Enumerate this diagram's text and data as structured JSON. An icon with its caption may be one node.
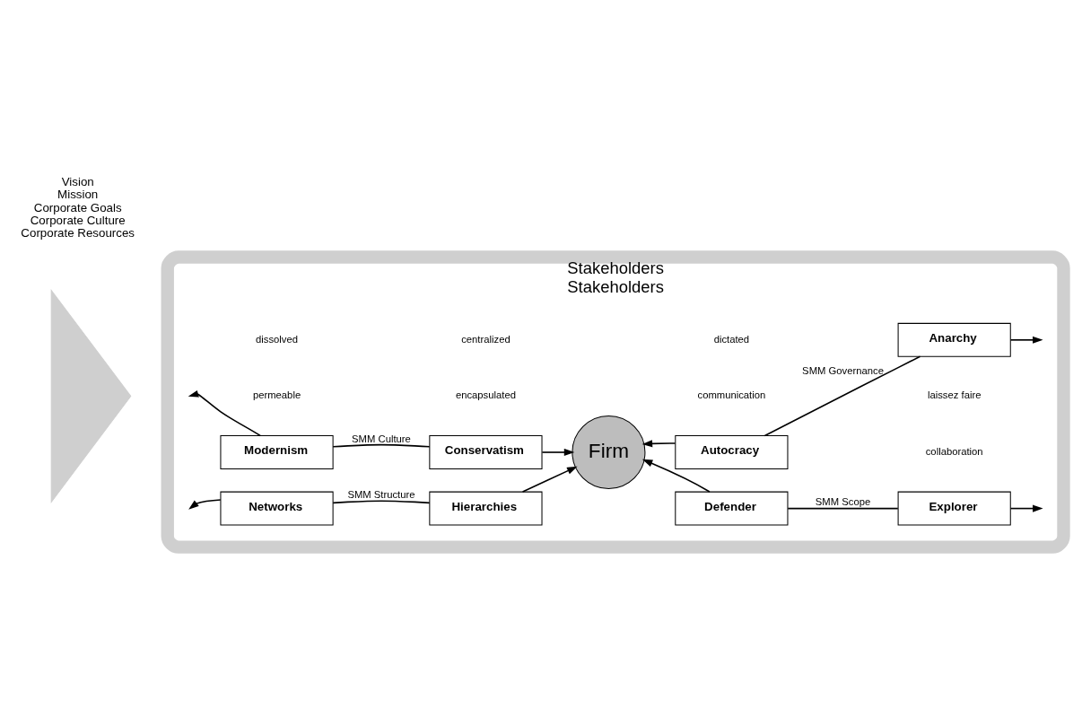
{
  "diagram": {
    "nodes": [
      {
        "text": [
          "Stakeholders",
          "Stakeholders"
        ]
      },
      {
        "text": [
          "Modernism"
        ],
        "in": 0
      },
      {
        "text": [
          "Explorer"
        ],
        "in": 0
      },
      {
        "text": [
          "Conservatism"
        ],
        "in": 0
      },
      {
        "text": [
          "Firm"
        ],
        "in": 0
      },
      {
        "text": [
          "Defender"
        ],
        "in": 0
      },
      {
        "text": [
          "Hierarchies"
        ],
        "in": 0
      },
      {
        "text": [
          "Autocracy"
        ],
        "in": 0
      },
      {
        "text": [
          "Networks"
        ],
        "in": 0
      },
      {
        "text": [
          "Anarchy"
        ],
        "in": 0
      },
      {
        "text": [],
        "shape": "triangle",
        "beside": [
          "Vision",
          "Mission",
          "Corporate Goals",
          "Corporate Culture",
          "Corporate Resources"
        ]
      }
    ],
    "edges": [
      {
        "from": 3,
        "to": 4,
        "arrow": "to"
      },
      {
        "from": 3,
        "to": 1,
        "arrow": "none",
        "label": "SMM Culture"
      },
      {
        "from": 1,
        "to": null,
        "arrow": "to"
      },
      {
        "from": 5,
        "to": 4,
        "arrow": "to"
      },
      {
        "from": 5,
        "to": 2,
        "arrow": "none",
        "label": "SMM Scope"
      },
      {
        "from": 2,
        "to": null,
        "arrow": "to"
      },
      {
        "from": 6,
        "to": 4,
        "arrow": "to"
      },
      {
        "from": 6,
        "to": 8,
        "arrow": "none",
        "label": "SMM Structure"
      },
      {
        "from": 8,
        "to": null,
        "arrow": "to"
      },
      {
        "from": 7,
        "to": 4,
        "arrow": "to"
      },
      {
        "from": 7,
        "to": 9,
        "arrow": "none",
        "label": "SMM Governance"
      },
      {
        "from": 9,
        "to": null,
        "arrow": "to"
      }
    ],
    "labels": [
      "permeable",
      "encapsulated",
      "communication",
      "collaboration",
      "dissolved",
      "centralized",
      "dictated",
      "laissez faire"
    ]
  }
}
